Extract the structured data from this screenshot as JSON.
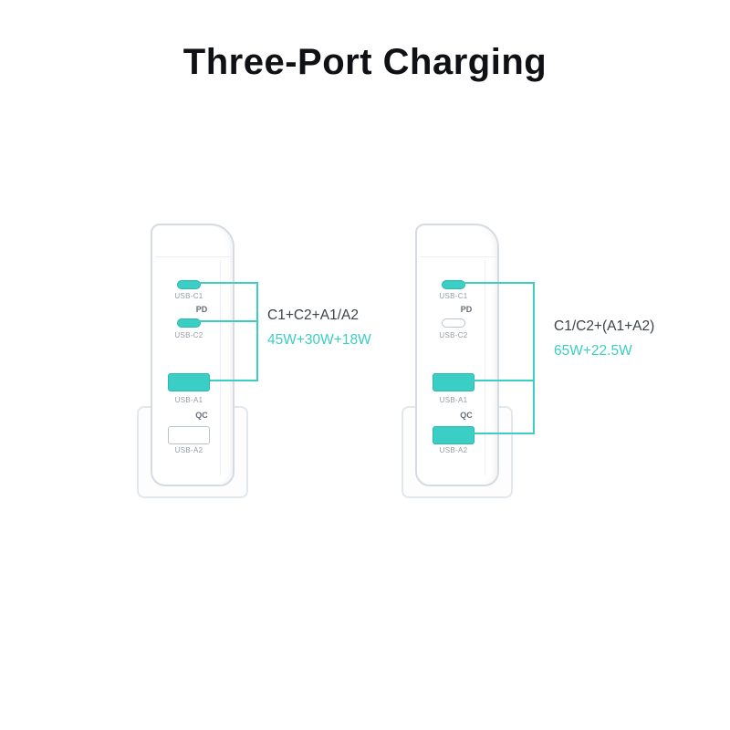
{
  "title": "Three-Port Charging",
  "colors": {
    "accent": "#3bcec4",
    "text_dark": "#3c4248",
    "outline_gray": "#d5dbe1"
  },
  "chargers": [
    {
      "name": "left-charger",
      "pd_label": "PD",
      "qc_label": "QC",
      "ports": [
        {
          "label": "USB-C1",
          "type": "usb-c",
          "active": true
        },
        {
          "label": "USB-C2",
          "type": "usb-c",
          "active": true
        },
        {
          "label": "USB-A1",
          "type": "usb-a",
          "active": true
        },
        {
          "label": "USB-A2",
          "type": "usb-a",
          "active": false
        }
      ],
      "annotation": {
        "combo": "C1+C2+A1/A2",
        "power": "45W+30W+18W"
      }
    },
    {
      "name": "right-charger",
      "pd_label": "PD",
      "qc_label": "QC",
      "ports": [
        {
          "label": "USB-C1",
          "type": "usb-c",
          "active": true
        },
        {
          "label": "USB-C2",
          "type": "usb-c",
          "active": false
        },
        {
          "label": "USB-A1",
          "type": "usb-a",
          "active": true
        },
        {
          "label": "USB-A2",
          "type": "usb-a",
          "active": true
        }
      ],
      "annotation": {
        "combo": "C1/C2+(A1+A2)",
        "power": "65W+22.5W"
      }
    }
  ]
}
